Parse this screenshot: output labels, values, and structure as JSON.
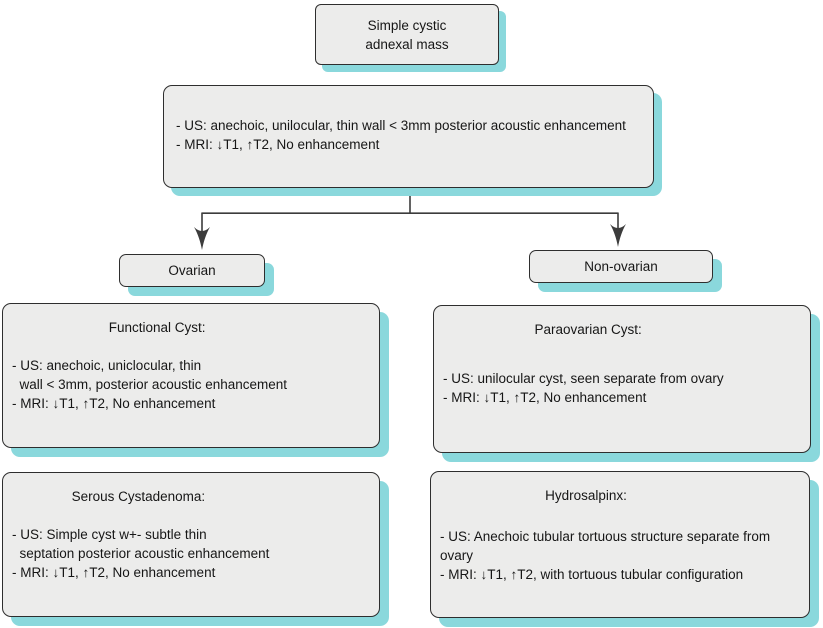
{
  "palette": {
    "background": "#ffffff",
    "box_fill": "#ececeb",
    "box_border": "#2e2e2e",
    "shadow_teal": "#8ad8dc",
    "line_color": "#3c3c3c",
    "text_color": "#161616"
  },
  "flowchart": {
    "root_node": {
      "label": "Simple cystic\nadnexal mass"
    },
    "criteria_node": {
      "lines": [
        "- US: anechoic, unilocular, thin wall < 3mm posterior acoustic enhancement",
        "- MRI: ↓T1, ↑T2, No enhancement"
      ]
    },
    "branch_left": {
      "label": "Ovarian"
    },
    "branch_right": {
      "label": "Non-ovarian"
    },
    "leaf_nodes": {
      "functional_cyst": {
        "title": "Functional Cyst:",
        "lines": [
          "- US: anechoic, uniclocular, thin",
          "  wall < 3mm, posterior acoustic enhancement",
          "- MRI: ↓T1, ↑T2, No enhancement"
        ]
      },
      "paraovarian_cyst": {
        "title": "Paraovarian Cyst:",
        "lines": [
          "- US: unilocular cyst, seen separate from ovary",
          "- MRI: ↓T1, ↑T2, No enhancement"
        ]
      },
      "serous_cystadenoma": {
        "title": "Serous Cystadenoma:",
        "lines": [
          "- US: Simple cyst w+- subtle thin",
          "  septation posterior acoustic enhancement",
          "- MRI: ↓T1, ↑T2, No enhancement"
        ]
      },
      "hydrosalpinx": {
        "title": "Hydrosalpinx:",
        "lines": [
          "- US: Anechoic tubular tortuous structure separate from ovary",
          "- MRI: ↓T1, ↑T2, with tortuous tubular configuration"
        ]
      }
    }
  }
}
